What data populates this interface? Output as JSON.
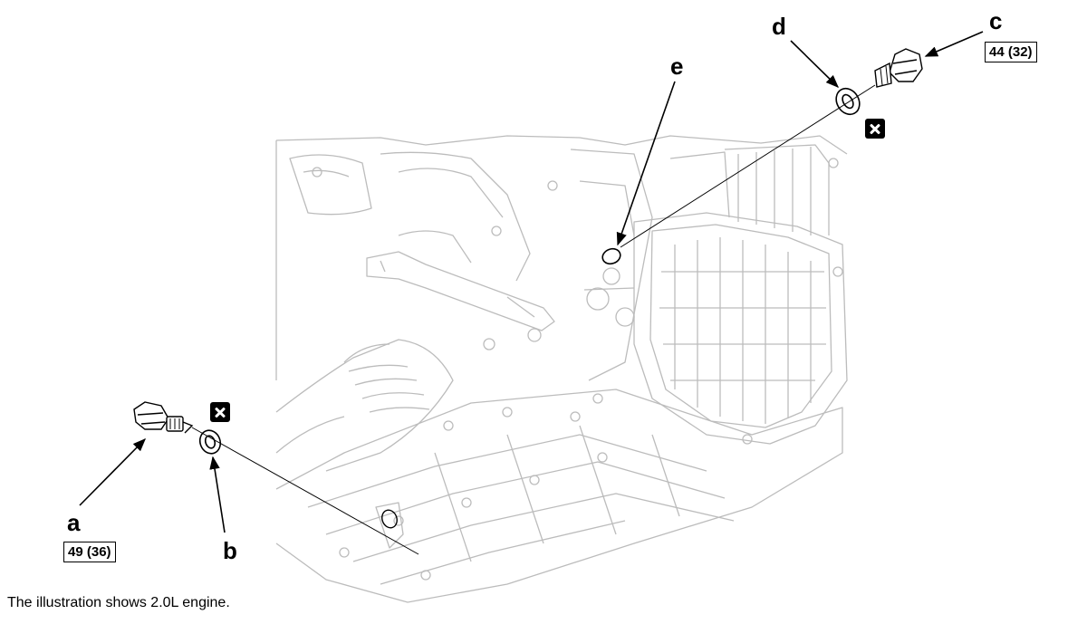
{
  "callouts": {
    "a": "a",
    "b": "b",
    "c": "c",
    "d": "d",
    "e": "e"
  },
  "torque_specs": {
    "a": "49 (36)",
    "c": "44 (32)"
  },
  "icons": {
    "replace_part": "replace-part-icon"
  },
  "caption": "The illustration shows 2.0L engine."
}
